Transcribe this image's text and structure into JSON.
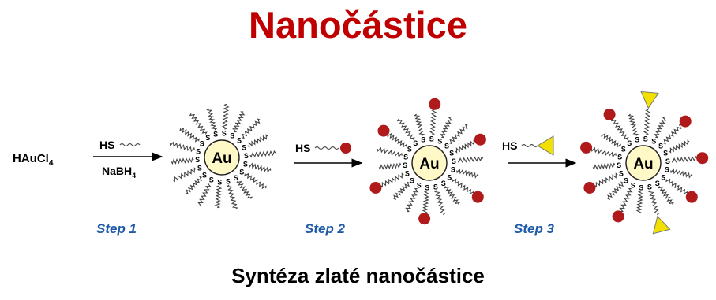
{
  "title": "Nanočástice",
  "caption": "Syntéza zlaté nanočástice",
  "diagram": {
    "reagents": {
      "start": "HAuCl",
      "start_sub": "4",
      "step1_top": "HS",
      "step1_bottom": "NaBH",
      "step1_bottom_sub": "4",
      "step2_top": "HS",
      "step3_top": "HS"
    },
    "particle_label": "Au",
    "steps": [
      "Step 1",
      "Step 2",
      "Step 3"
    ],
    "thiol_label": "S",
    "colors": {
      "core": "#fff9c8",
      "red_group": "#b01a1a",
      "yellow_group": "#f2e000",
      "step_text": "#1f5aa8"
    }
  }
}
